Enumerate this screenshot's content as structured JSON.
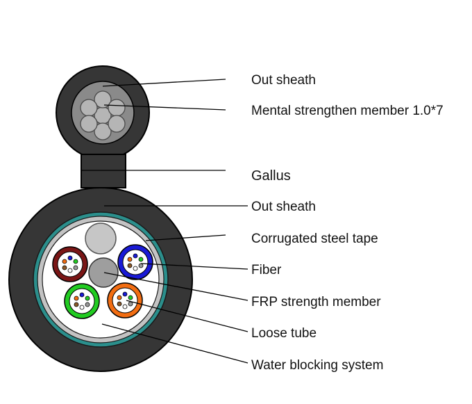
{
  "labels": {
    "out_sheath_top": "Out sheath",
    "messenger_wire": "Mental strengthen member 1.0*7",
    "gallus": "Gallus",
    "out_sheath": "Out sheath",
    "corrugated_tape": "Corrugated steel tape",
    "fiber": "Fiber",
    "frp_member": "FRP strength member",
    "loose_tube": "Loose tube",
    "water_blocking": "Water blocking system"
  },
  "colors": {
    "sheath": "#363636",
    "messenger_core": "#8a8a8a",
    "messenger_wire": "#b5b5b5",
    "steel_tape": "#2b8f8c",
    "inner_filler_ring": "#c3c3c3",
    "core_fill": "#ffffff",
    "filler_rod": "#c6c6c6",
    "frp_member": "#9e9e9e",
    "tube_brown": "#7a1616",
    "tube_blue": "#1a1ad6",
    "tube_green": "#22cc22",
    "tube_orange": "#f26d12"
  }
}
